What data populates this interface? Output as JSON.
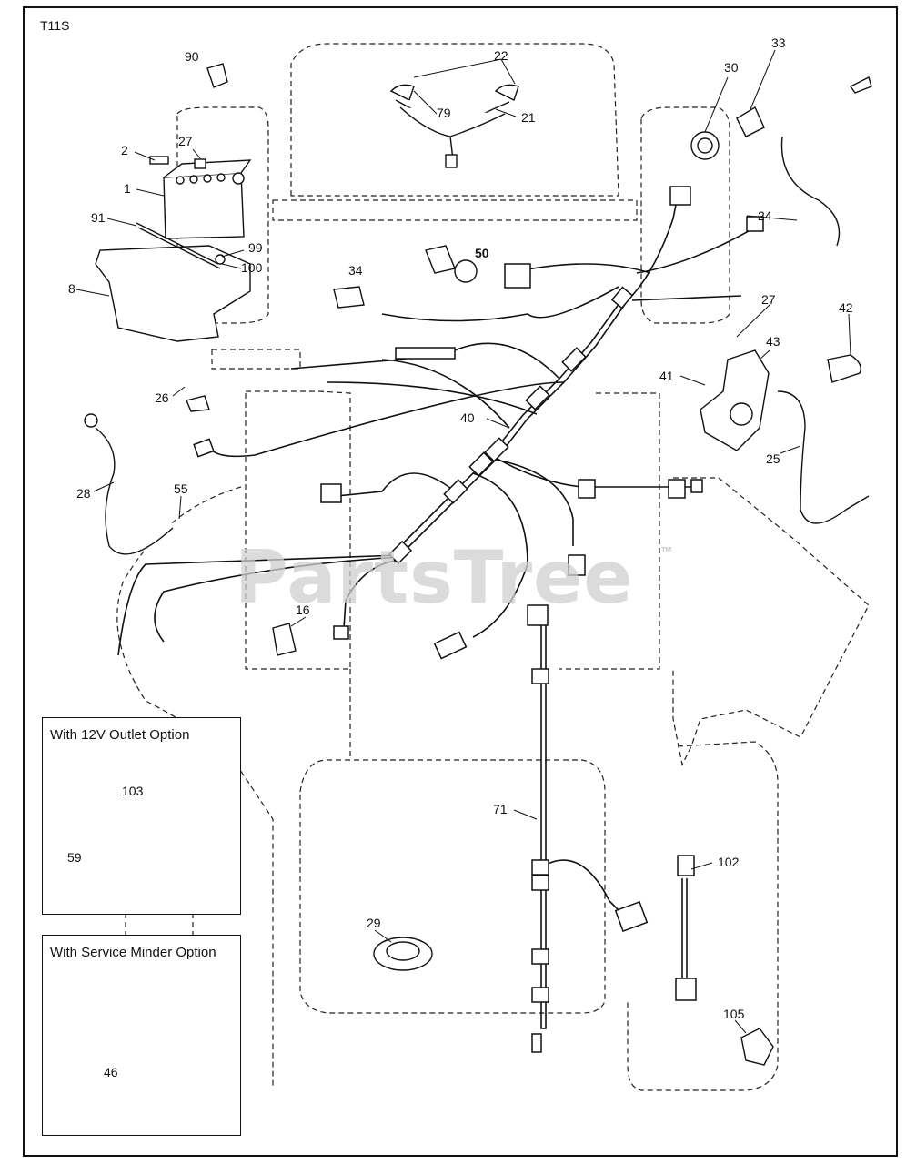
{
  "diagram": {
    "corner_code": "T11S",
    "watermark": "PartsTree",
    "watermark_tm": "™",
    "options": [
      {
        "id": "12v",
        "title": "With 12V Outlet Option"
      },
      {
        "id": "service",
        "title": "With Service Minder Option"
      }
    ],
    "callouts": {
      "c90": "90",
      "c22": "22",
      "c33": "33",
      "c30": "30",
      "c79": "79",
      "c21": "21",
      "c2": "2",
      "c27a": "27",
      "c1": "1",
      "c91": "91",
      "c99": "99",
      "c100": "100",
      "c8": "8",
      "c50": "50",
      "c34": "34",
      "c24": "24",
      "c27b": "27",
      "c42": "42",
      "c43": "43",
      "c41": "41",
      "c26": "26",
      "c40": "40",
      "c25": "25",
      "c28": "28",
      "c55": "55",
      "c16": "16",
      "c103": "103",
      "c59": "59",
      "c71": "71",
      "c102": "102",
      "c29": "29",
      "c46": "46",
      "c105": "105"
    }
  }
}
